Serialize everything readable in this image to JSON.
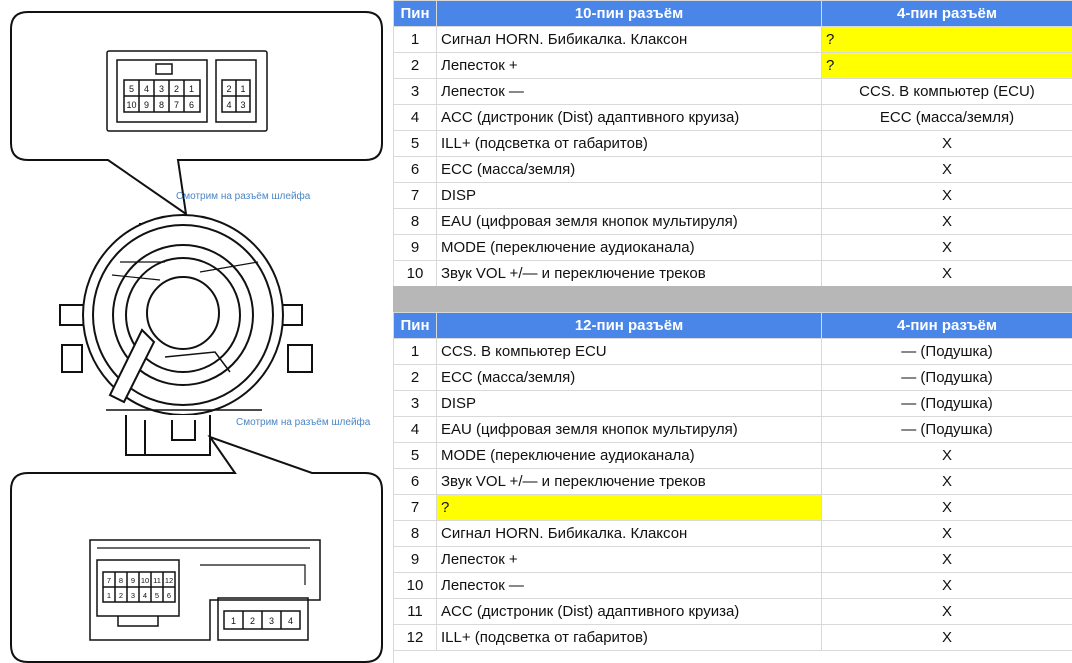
{
  "captions": {
    "top": "Смотрим на разъём шлейфа",
    "bottom": "Смотрим на разъём шлейфа"
  },
  "connector_top": {
    "big_top_row": [
      "5",
      "4",
      "3",
      "2",
      "1"
    ],
    "big_bottom_row": [
      "10",
      "9",
      "8",
      "7",
      "6"
    ],
    "small_top_row": [
      "2",
      "1"
    ],
    "small_bottom_row": [
      "4",
      "3"
    ]
  },
  "connector_bottom": {
    "big_top_row": [
      "7",
      "8",
      "9",
      "10",
      "11",
      "12"
    ],
    "big_bottom_row": [
      "1",
      "2",
      "3",
      "4",
      "5",
      "6"
    ],
    "small_row": [
      "1",
      "2",
      "3",
      "4"
    ]
  },
  "table1": {
    "headers": [
      "Пин",
      "10-пин разъём",
      "4-пин разъём"
    ],
    "rows": [
      {
        "pin": "1",
        "desc": "Сигнал HORN. Бибикалка. Клаксон",
        "pin4": "?"
      },
      {
        "pin": "2",
        "desc": "Лепесток +",
        "pin4": "?"
      },
      {
        "pin": "3",
        "desc": "Лепесток —",
        "pin4": "CCS. В компьютер (ECU)"
      },
      {
        "pin": "4",
        "desc": "ACC (дистроник (Dist) адаптивного круиза)",
        "pin4": "ECC (масса/земля)"
      },
      {
        "pin": "5",
        "desc": "ILL+ (подсветка от габаритов)",
        "pin4": "X"
      },
      {
        "pin": "6",
        "desc": "ECC (масса/земля)",
        "pin4": "X"
      },
      {
        "pin": "7",
        "desc": "DISP",
        "pin4": "X"
      },
      {
        "pin": "8",
        "desc": "EAU (цифровая земля кнопок мультируля)",
        "pin4": "X"
      },
      {
        "pin": "9",
        "desc": "MODE (переключение аудиоканала)",
        "pin4": "X"
      },
      {
        "pin": "10",
        "desc": "Звук VOL +/— и переключение треков",
        "pin4": "X"
      }
    ]
  },
  "table2": {
    "headers": [
      "Пин",
      "12-пин разъём",
      "4-пин разъём"
    ],
    "rows": [
      {
        "pin": "1",
        "desc": "CCS. В компьютер ECU",
        "pin4": "— (Подушка)"
      },
      {
        "pin": "2",
        "desc": "ECC (масса/земля)",
        "pin4": "— (Подушка)"
      },
      {
        "pin": "3",
        "desc": "DISP",
        "pin4": "— (Подушка)"
      },
      {
        "pin": "4",
        "desc": "EAU (цифровая земля кнопок мультируля)",
        "pin4": "— (Подушка)"
      },
      {
        "pin": "5",
        "desc": "MODE (переключение аудиоканала)",
        "pin4": "X"
      },
      {
        "pin": "6",
        "desc": "Звук VOL +/— и переключение треков",
        "pin4": "X"
      },
      {
        "pin": "7",
        "desc": "?",
        "pin4": "X"
      },
      {
        "pin": "8",
        "desc": "Сигнал HORN. Бибикалка. Клаксон",
        "pin4": "X"
      },
      {
        "pin": "9",
        "desc": "Лепесток +",
        "pin4": "X"
      },
      {
        "pin": "10",
        "desc": "Лепесток —",
        "pin4": "X"
      },
      {
        "pin": "11",
        "desc": "ACC (дистроник (Dist) адаптивного круиза)",
        "pin4": "X"
      },
      {
        "pin": "12",
        "desc": "ILL+ (подсветка от габаритов)",
        "pin4": "X"
      }
    ]
  },
  "colors": {
    "header_bg": "#4a86e8",
    "highlight": "#ffff00",
    "separator": "#b7b7b7",
    "caption": "#4a86c5"
  }
}
